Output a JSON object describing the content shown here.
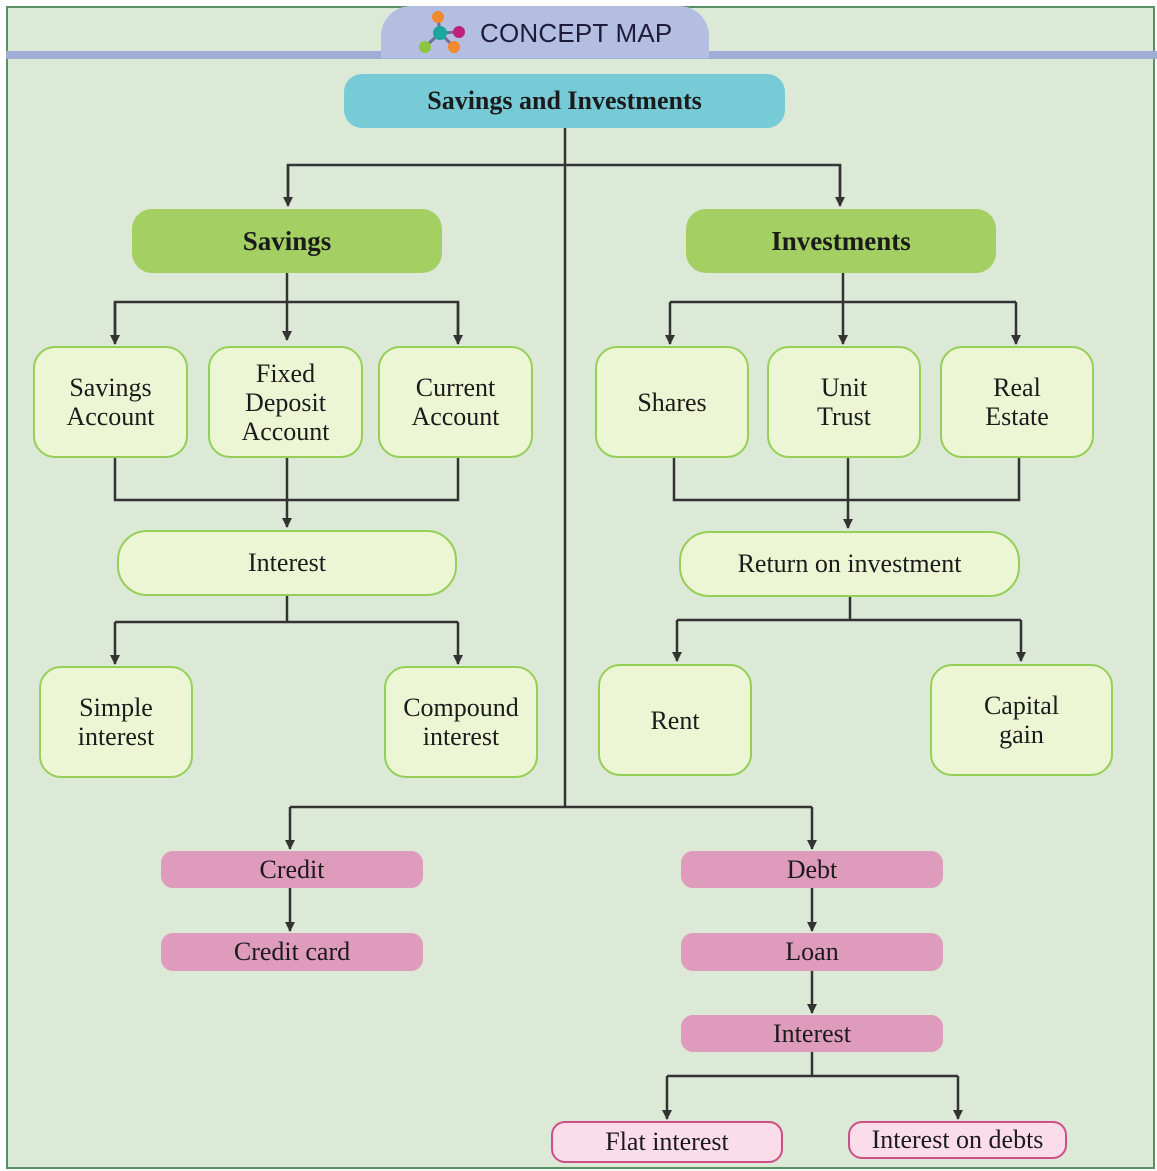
{
  "header": {
    "title": "CONCEPT MAP",
    "icon": "concept-map-icon"
  },
  "colors": {
    "frame_border": "#5a8f63",
    "frame_background": "#dce9d6",
    "banner": "#9fadd7",
    "tab": "#b4bee0",
    "root_fill": "#77cbd6",
    "category_fill": "#a3cf63",
    "leaf_fill": "#edf6d4",
    "leaf_border": "#95cf57",
    "debt_fill": "#de9bbb",
    "debt_leaf_fill": "#fadde9",
    "debt_leaf_border": "#cc4f87",
    "connector": "#333333"
  },
  "nodes": {
    "root": "Savings and Investments",
    "savings": "Savings",
    "investments": "Investments",
    "savings_account": "Savings\nAccount",
    "fixed_deposit": "Fixed\nDeposit\nAccount",
    "current_account": "Current\nAccount",
    "shares": "Shares",
    "unit_trust": "Unit\nTrust",
    "real_estate": "Real\nEstate",
    "interest_savings": "Interest",
    "return_on_investment": "Return on investment",
    "simple_interest": "Simple\ninterest",
    "compound_interest": "Compound\ninterest",
    "rent": "Rent",
    "capital_gain": "Capital\ngain",
    "credit": "Credit",
    "credit_card": "Credit card",
    "debt": "Debt",
    "loan": "Loan",
    "interest_debt": "Interest",
    "flat_interest": "Flat interest",
    "interest_on_debts": "Interest on debts"
  }
}
